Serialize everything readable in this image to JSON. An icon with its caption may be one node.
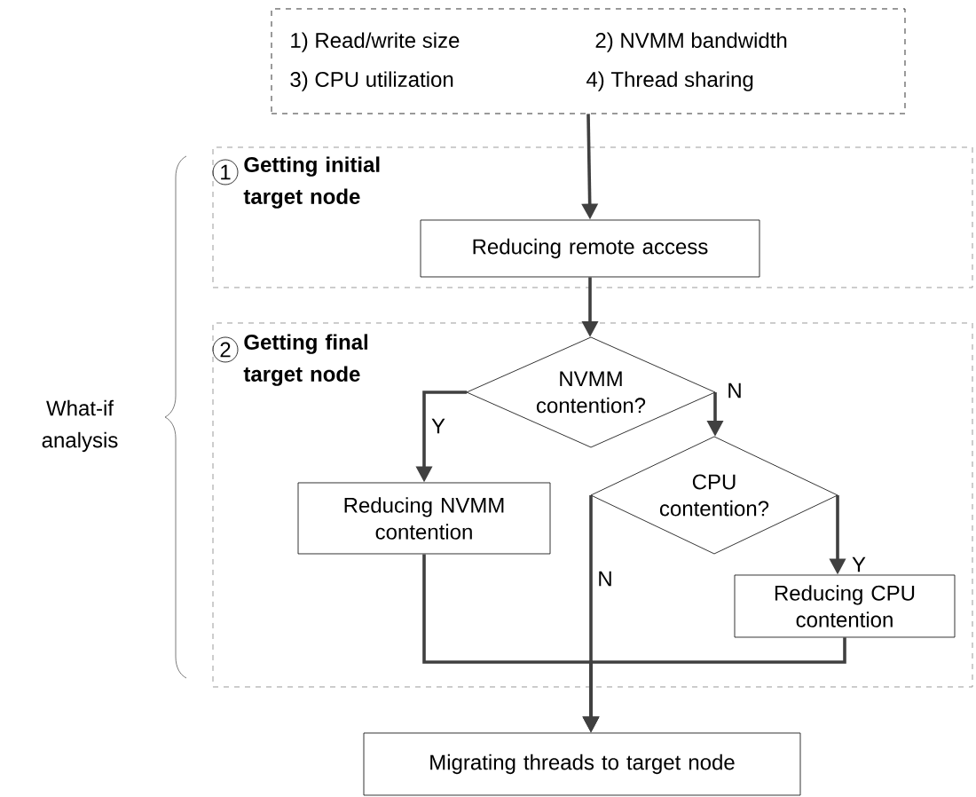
{
  "diagram": {
    "nodes": [
      {
        "text": [
          "1) Read/write size",
          "2) NVMM bandwidth",
          "3) CPU utilization",
          "4) Thread sharing"
        ]
      },
      {
        "text": [
          "1",
          "Getting initial target node"
        ]
      },
      {
        "text": [
          "Reducing remote access"
        ],
        "in": 1
      },
      {
        "text": [
          "2",
          "Getting final target node"
        ]
      },
      {
        "text": [
          "NVMM contention?"
        ],
        "in": 3
      },
      {
        "text": [
          "Reducing NVMM contention"
        ],
        "in": 3
      },
      {
        "text": [
          "CPU contention?"
        ],
        "in": 3
      },
      {
        "text": [
          "Reducing CPU contention"
        ],
        "in": 3
      },
      {
        "text": [
          "Migrating threads to target node"
        ]
      }
    ],
    "edges": [
      {
        "from": 0,
        "to": 2,
        "arrow": "to"
      },
      {
        "from": 2,
        "to": 4,
        "arrow": "to"
      },
      {
        "from": 4,
        "to": 5,
        "arrow": "to",
        "label": "Y"
      },
      {
        "from": 4,
        "to": 6,
        "arrow": "to",
        "label": "N"
      },
      {
        "from": 6,
        "to": 7,
        "arrow": "to",
        "label": "Y"
      },
      {
        "from": 6,
        "to": 8,
        "arrow": "to",
        "label": "N"
      },
      {
        "from": 5,
        "to": 8,
        "arrow": "to"
      },
      {
        "from": 7,
        "to": 8,
        "arrow": "to"
      }
    ],
    "labels": [
      "What-if analysis"
    ]
  }
}
